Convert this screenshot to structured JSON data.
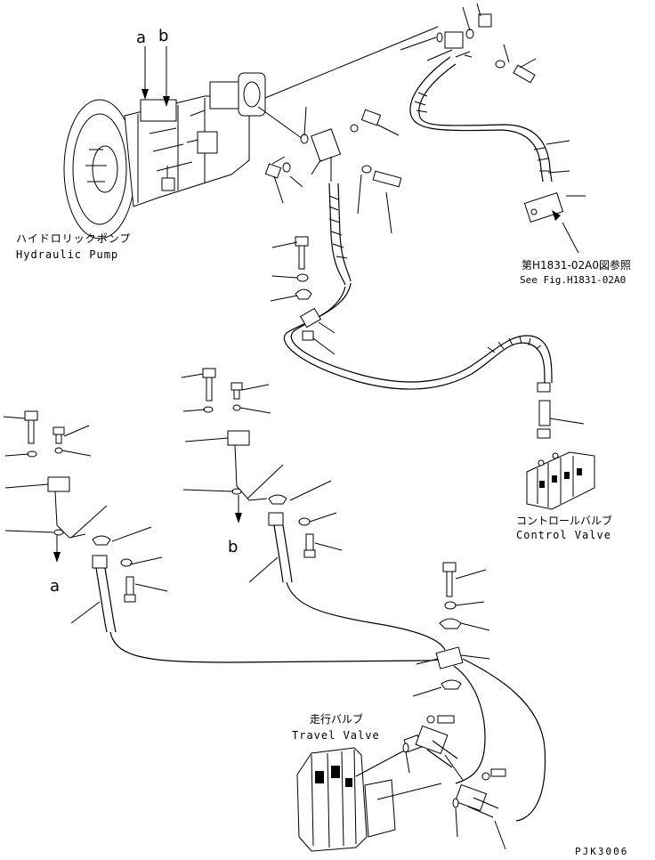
{
  "labels": {
    "pump_jp": "ハイドロリックポンプ",
    "pump_en": "Hydraulic Pump",
    "ref_jp": "第H1831-02A0図参照",
    "ref_en": "See Fig.H1831-02A0",
    "control_jp": "コントロールバルブ",
    "control_en": "Control Valve",
    "travel_jp": "走行バルブ",
    "travel_en": "Travel Valve",
    "drawing_code": "PJK3006"
  },
  "markers": {
    "a_top": "a",
    "b_top": "b",
    "a_bottom": "a",
    "b_bottom": "b"
  }
}
